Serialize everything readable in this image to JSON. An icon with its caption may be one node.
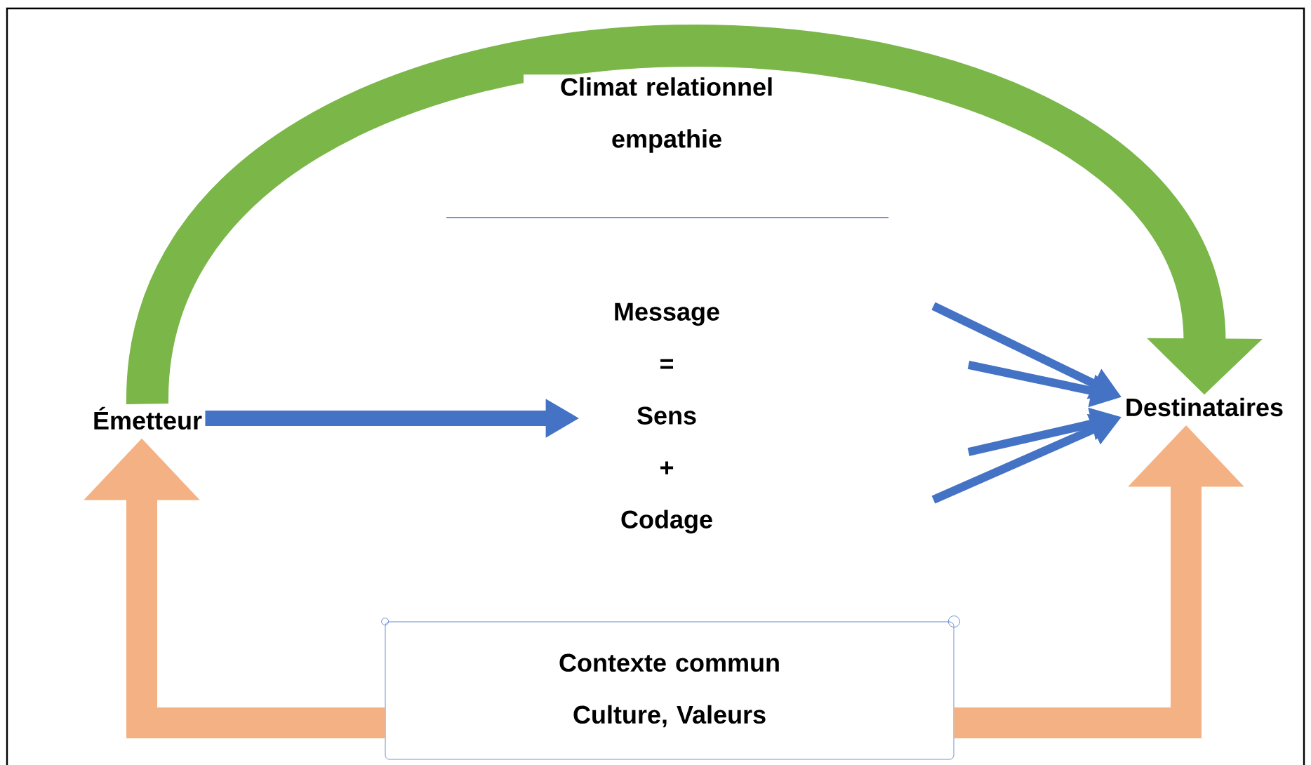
{
  "diagram": {
    "nodes": [
      {
        "text": [
          "Émetteur"
        ]
      },
      {
        "text": [
          "Message = Sens + Codage"
        ]
      },
      {
        "text": [
          "Destinataires"
        ]
      },
      {
        "text": [
          "Contexte commun Culture, Valeurs"
        ]
      }
    ],
    "edges": [
      {
        "from": 0,
        "to": 1,
        "arrow": "to",
        "style": "thick"
      },
      {
        "from": null,
        "to": 2,
        "arrow": "to"
      },
      {
        "from": null,
        "to": 2,
        "arrow": "to"
      },
      {
        "from": null,
        "to": 2,
        "arrow": "to"
      },
      {
        "from": null,
        "to": 2,
        "arrow": "to"
      },
      {
        "from": 0,
        "to": 2,
        "arrow": "to",
        "label": "Climat relationnel empathie",
        "style": "thick",
        "color": "#7ab648"
      },
      {
        "from": 3,
        "to": 0,
        "arrow": "to",
        "style": "thick",
        "color": "#f4b183"
      },
      {
        "from": 3,
        "to": 2,
        "arrow": "to",
        "style": "thick",
        "color": "#f4b183"
      }
    ]
  }
}
